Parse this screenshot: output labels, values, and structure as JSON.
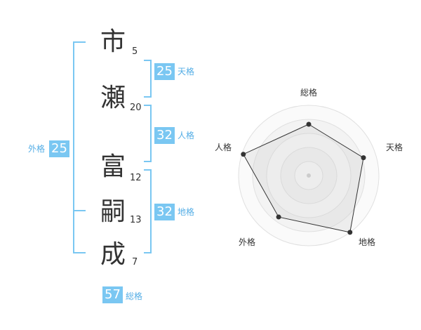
{
  "name": {
    "chars": [
      {
        "char": "市",
        "strokes": "5"
      },
      {
        "char": "瀬",
        "strokes": "20"
      },
      {
        "char": "富",
        "strokes": "12"
      },
      {
        "char": "嗣",
        "strokes": "13"
      },
      {
        "char": "成",
        "strokes": "7"
      }
    ]
  },
  "fortunes": {
    "ten": {
      "value": "25",
      "label": "天格"
    },
    "jin": {
      "value": "32",
      "label": "人格"
    },
    "chi": {
      "value": "32",
      "label": "地格"
    },
    "gai": {
      "value": "25",
      "label": "外格"
    },
    "so": {
      "value": "57",
      "label": "総格"
    }
  },
  "chart_data": {
    "type": "radar",
    "axes": [
      "総格",
      "天格",
      "地格",
      "外格",
      "人格"
    ],
    "values": [
      0.73,
      0.82,
      1.0,
      0.73,
      0.98
    ],
    "max": 1.0
  },
  "colors": {
    "accent": "#7ac7f2",
    "bracket": "#7ac7f2",
    "label": "#55aee6"
  }
}
